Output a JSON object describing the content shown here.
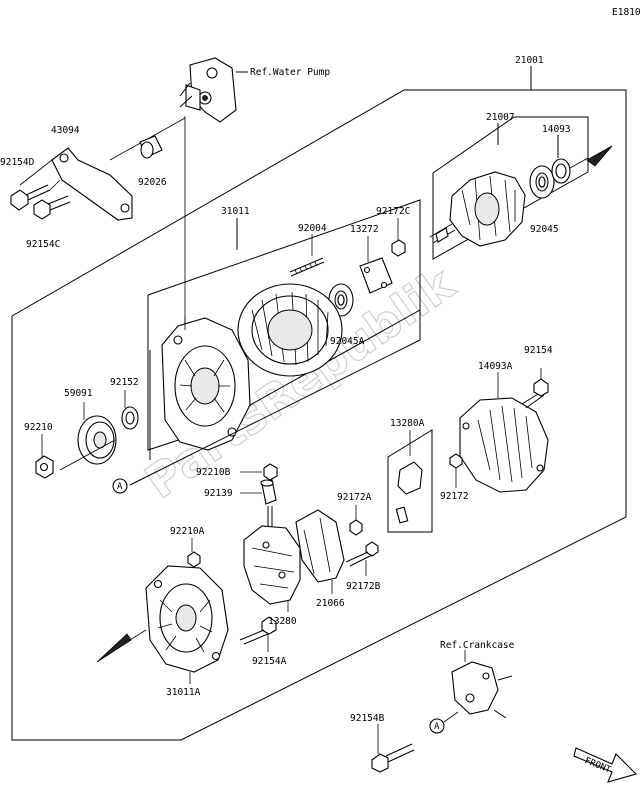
{
  "diagram_code": "E1810",
  "watermark": "PartsRepublik",
  "refs": {
    "water_pump": "Ref.Water Pump",
    "crankcase": "Ref.Crankcase"
  },
  "callout_marker": "A",
  "front_label": "FRONT",
  "parts": {
    "p21001": "21001",
    "p21007": "21007",
    "p14093": "14093",
    "p43094": "43094",
    "p92154D": "92154D",
    "p92026": "92026",
    "p92154C": "92154C",
    "p31011": "31011",
    "p92004": "92004",
    "p92172C": "92172C",
    "p13272": "13272",
    "p92045": "92045",
    "p92045A": "92045A",
    "p59091": "59091",
    "p92152": "92152",
    "p92210": "92210",
    "p14093A": "14093A",
    "p92154": "92154",
    "p13280A": "13280A",
    "p92210B": "92210B",
    "p92139": "92139",
    "p92172A": "92172A",
    "p92172": "92172",
    "p92210A": "92210A",
    "p21066": "21066",
    "p92172B": "92172B",
    "p13280": "13280",
    "p92154A": "92154A",
    "p31011A": "31011A",
    "p92154B": "92154B"
  }
}
